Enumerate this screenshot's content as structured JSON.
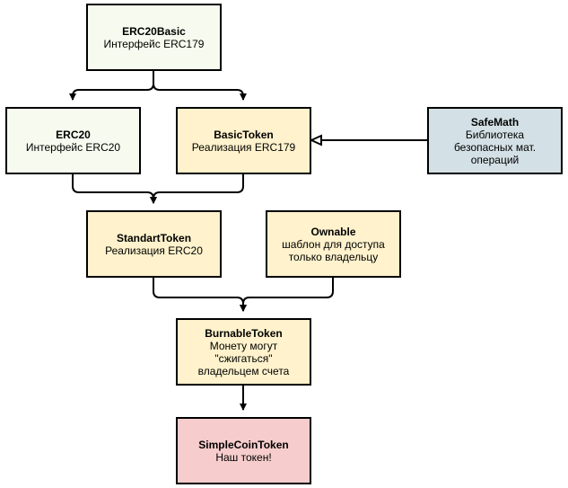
{
  "colors": {
    "interface_fill": "#f7fbef",
    "implementation_fill": "#fff2cc",
    "library_fill": "#d3e0e5",
    "final_fill": "#f6cccc",
    "stroke": "#000000"
  },
  "nodes": {
    "erc20basic": {
      "title": "ERC20Basic",
      "desc": "Интерфейс ERC179"
    },
    "erc20": {
      "title": "ERC20",
      "desc": "Интерфейс ERC20"
    },
    "basictoken": {
      "title": "BasicToken",
      "desc": "Реализация ERC179"
    },
    "safemath": {
      "title": "SafeMath",
      "desc": "Библиотека\nбезопасных мат.\nопераций"
    },
    "standarttoken": {
      "title": "StandartToken",
      "desc": "Реализация ERC20"
    },
    "ownable": {
      "title": "Ownable",
      "desc": "шаблон для доступа\nтолько владельцу"
    },
    "burnabletoken": {
      "title": "BurnableToken",
      "desc": "Монету могут\n\"сжигаться\"\nвладельцем счета"
    },
    "simplecointoken": {
      "title": "SimpleCoinToken",
      "desc": "Наш токен!"
    }
  }
}
